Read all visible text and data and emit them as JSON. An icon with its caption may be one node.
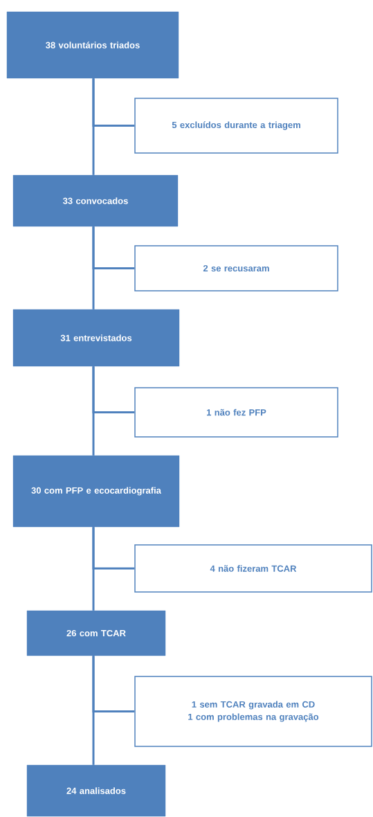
{
  "diagram": {
    "nodes": [
      {
        "text": [
          "38 voluntários triados"
        ]
      },
      {
        "text": [
          "5 excluídos durante a triagem"
        ]
      },
      {
        "text": [
          "33 convocados"
        ]
      },
      {
        "text": [
          "2 se recusaram"
        ]
      },
      {
        "text": [
          "31 entrevistados"
        ]
      },
      {
        "text": [
          "1 não fez PFP"
        ]
      },
      {
        "text": [
          "30 com PFP e ecocardiografia"
        ]
      },
      {
        "text": [
          "4 não fizeram TCAR"
        ]
      },
      {
        "text": [
          "26 com TCAR"
        ]
      },
      {
        "text": [
          "1 sem TCAR gravada em CD",
          "1 com problemas na gravação"
        ]
      },
      {
        "text": [
          "24 analisados"
        ]
      }
    ],
    "edges": [
      {
        "from": 0,
        "to": 1,
        "arrow": "none"
      },
      {
        "from": 0,
        "to": 2,
        "arrow": "none"
      },
      {
        "from": 2,
        "to": 3,
        "arrow": "none"
      },
      {
        "from": 2,
        "to": 4,
        "arrow": "none"
      },
      {
        "from": 4,
        "to": 5,
        "arrow": "none"
      },
      {
        "from": 4,
        "to": 6,
        "arrow": "none"
      },
      {
        "from": 6,
        "to": 7,
        "arrow": "none"
      },
      {
        "from": 6,
        "to": 8,
        "arrow": "none"
      },
      {
        "from": 8,
        "to": 9,
        "arrow": "none"
      },
      {
        "from": 8,
        "to": 10,
        "arrow": "none"
      }
    ]
  }
}
